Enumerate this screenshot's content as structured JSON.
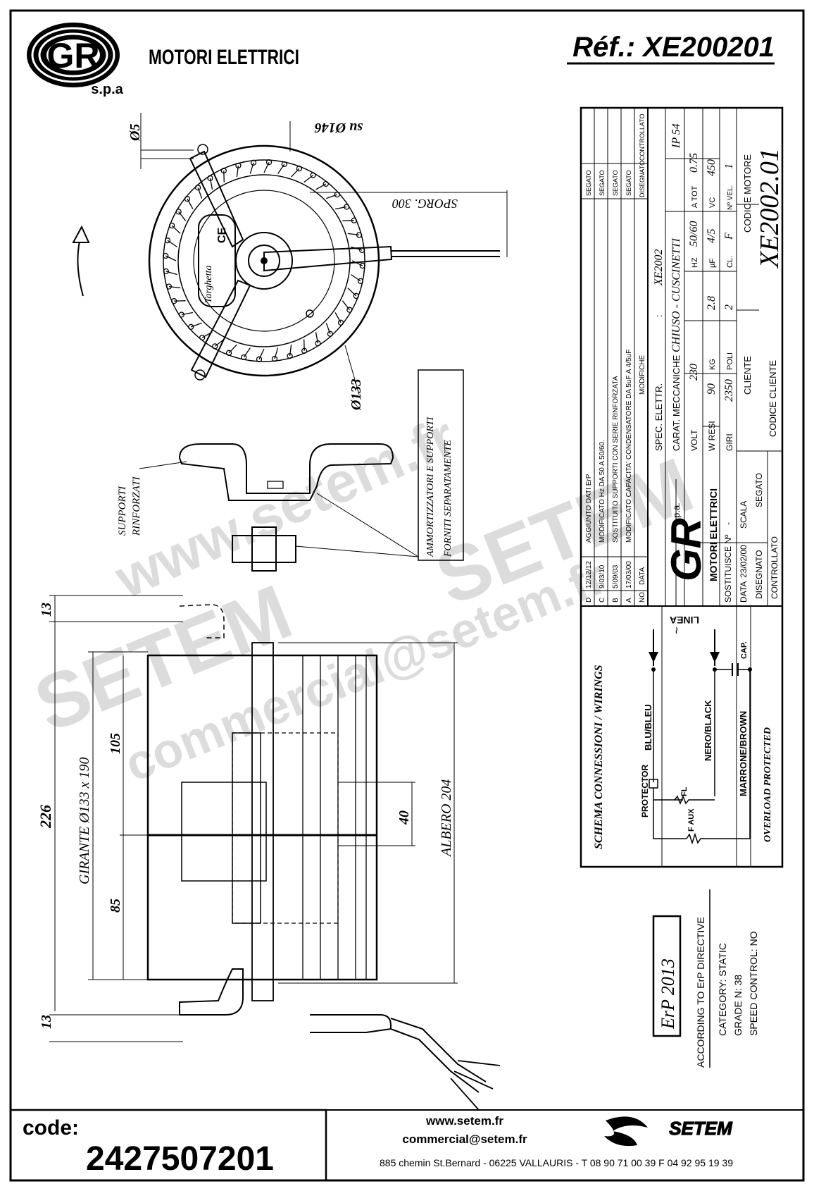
{
  "header": {
    "company": "MOTORI ELETTRICI",
    "logo_text": "GR",
    "logo_sub": "s.p.a",
    "reference": "Réf.: XE200201"
  },
  "top_view": {
    "d5": "Ø5",
    "d146": "su Ø146",
    "sporg": "SPORG. 300",
    "d133": "Ø133",
    "targhetta": "Targhetta",
    "ce": "CE"
  },
  "supports": {
    "label_line1": "SUPPORTI",
    "label_line2": "RINFORZATI",
    "damper_line1": "AMMORTIZZATORI E SUPPORTI",
    "damper_line2": "FORNITI SEPARATAMENTE"
  },
  "side_view": {
    "dim_13_top": "13",
    "dim_13_bottom": "13",
    "dim_226": "226",
    "dim_girante": "GIRANTE Ø133 x 190",
    "dim_105": "105",
    "dim_85": "85",
    "dim_40": "40",
    "dim_albero": "ALBERO 204"
  },
  "title_block": {
    "revisions_header": [
      "NO.",
      "DATA",
      "MODIFICHE",
      "DISEGNATO",
      "CONTROLLATO"
    ],
    "revisions": [
      {
        "no": "D",
        "date": "12/12/12",
        "change": "AGGIUNTO DATI ErP",
        "drawn": "SEGATO"
      },
      {
        "no": "C",
        "date": "9/03/10",
        "change": "MODIFICATO Hz DA 50 A 50/60.",
        "drawn": "SEGATO"
      },
      {
        "no": "B",
        "date": "5/09/03",
        "change": "SOSTITUITO SUPPORTI CON SERIE RINFORZATA",
        "drawn": "SEGATO"
      },
      {
        "no": "A",
        "date": "17/03/00",
        "change": "MODIFICATO CAPACITA' CONDENSATORE DA 5uF A 4/5uF",
        "drawn": "SEGATO"
      }
    ],
    "spec_label": "SPEC. ELETTR.",
    "spec_colon": ":",
    "spec_value": "XE2002",
    "mech_label": "CARAT. MECCANICHE",
    "mech_value": "CHIUSO - CUSCINETTI",
    "ip": "IP 54",
    "row_volt": [
      "VOLT",
      "230",
      "HZ",
      "50/60",
      "A TOT",
      "0.75"
    ],
    "row_wresi": [
      "W RESI",
      "90",
      "KG",
      "2.8",
      "µF",
      "4/5",
      "VC",
      "450"
    ],
    "row_giri": [
      "GIRI",
      "2350",
      "POLI",
      "2",
      "CL.",
      "F",
      "Nº VEL.",
      "1"
    ],
    "cliente": "CLIENTE",
    "codice_motore": "CODICE MOTORE",
    "codice_cliente": "CODICE CLIENTE",
    "motor_code": "XE2002.01",
    "sostituisce": "SOSTITUISCE Nº",
    "sostituisce_val": "-",
    "data_label": "DATA",
    "data_value": "23/02/00",
    "scala": "SCALA",
    "disegnato": "DISEGNATO",
    "disegnato_val": "SEGATO",
    "controllato": "CONTROLLATO",
    "gr_logo": "GR",
    "gr_spa": "s.p.a.",
    "gr_company": "MOTORI ELETTRICI"
  },
  "wiring": {
    "title": "SCHEMA CONNESSIONI / WIRINGS",
    "linea": "LINEA",
    "tilde": "~",
    "cap": "CAP.",
    "blu": "BLU/BLEU",
    "nero": "NERO/BLACK",
    "marrone": "MARRONE/BROWN",
    "protector": "PROTECTOR",
    "fl": "FL",
    "faux": "F AUX",
    "overload": "OVERLOAD PROTECTED"
  },
  "erp": {
    "badge": "ErP 2013",
    "line1": "ACCORDING TO ErP DIRECTIVE",
    "line2": "CATEGORY: STATIC",
    "line3": "GRADE N: 38",
    "line4": "SPEED CONTROL: NO"
  },
  "watermark": {
    "url": "www.setem.fr",
    "brand": "SETEM",
    "email": "commercial@setem.fr"
  },
  "footer": {
    "code_label": "code:",
    "code_value": "2427507201",
    "website": "www.setem.fr",
    "email": "commercial@setem.fr",
    "address": "885 chemin St.Bernard  -  06225 VALLAURIS  -  T 08 90 71 00 39   F 04 92 95 19 39",
    "brand": "SETEM"
  }
}
